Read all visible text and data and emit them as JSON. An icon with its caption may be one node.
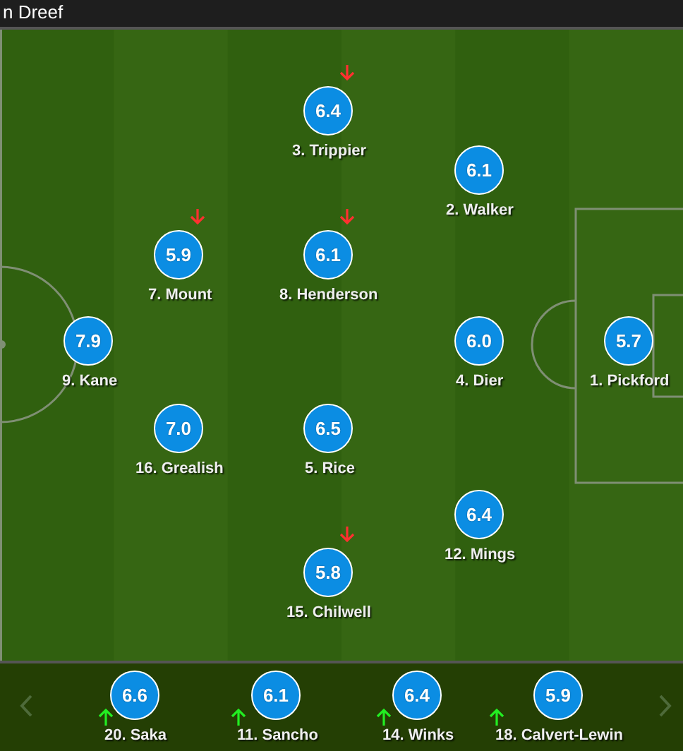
{
  "diagram": {
    "title": "n Dreef",
    "nodes": [
      {
        "text": [
          "6.4"
        ],
        "beside": [
          "3. Trippier"
        ]
      },
      {
        "text": [
          "6.1"
        ],
        "beside": [
          "2. Walker"
        ]
      },
      {
        "text": [
          "5.9"
        ],
        "beside": [
          "7. Mount"
        ]
      },
      {
        "text": [
          "6.1"
        ],
        "beside": [
          "8. Henderson"
        ]
      },
      {
        "text": [
          "7.9"
        ],
        "beside": [
          "9. Kane"
        ]
      },
      {
        "text": [
          "6.0"
        ],
        "beside": [
          "4. Dier"
        ]
      },
      {
        "text": [
          "5.7"
        ],
        "beside": [
          "1. Pickford"
        ]
      },
      {
        "text": [
          "7.0"
        ],
        "beside": [
          "16. Grealish"
        ]
      },
      {
        "text": [
          "6.5"
        ],
        "beside": [
          "5. Rice"
        ]
      },
      {
        "text": [
          "6.4"
        ],
        "beside": [
          "12. Mings"
        ]
      },
      {
        "text": [
          "5.8"
        ],
        "beside": [
          "15. Chilwell"
        ]
      },
      {
        "text": [
          "6.6"
        ],
        "beside": [
          "20. Saka"
        ]
      },
      {
        "text": [
          "6.1"
        ],
        "beside": [
          "11. Sancho"
        ]
      },
      {
        "text": [
          "6.4"
        ],
        "beside": [
          "14. Winks"
        ]
      },
      {
        "text": [
          "5.9"
        ],
        "beside": [
          "18. Calvert-Lewin"
        ]
      }
    ],
    "edges": []
  }
}
